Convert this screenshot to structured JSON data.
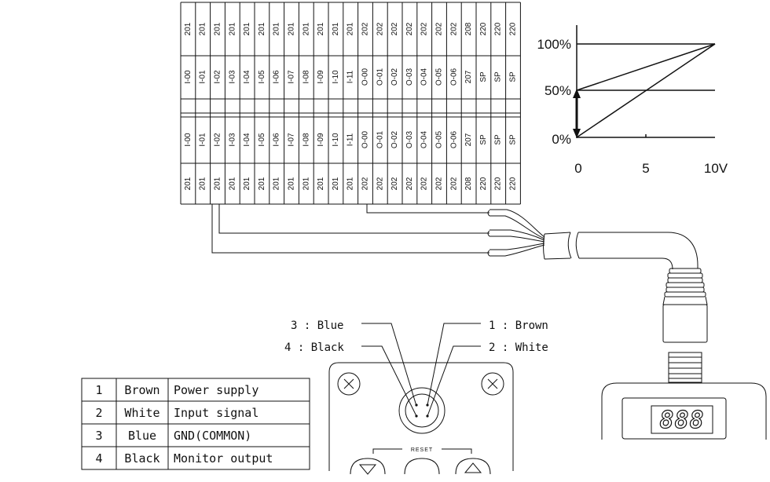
{
  "terminal_block": {
    "upper_numbers": [
      "201",
      "201",
      "201",
      "201",
      "201",
      "201",
      "201",
      "201",
      "201",
      "201",
      "201",
      "201",
      "202",
      "202",
      "202",
      "202",
      "202",
      "202",
      "202",
      "208",
      "220",
      "220",
      "220"
    ],
    "upper_labels": [
      "I-00",
      "I-01",
      "I-02",
      "I-03",
      "I-04",
      "I-05",
      "I-06",
      "I-07",
      "I-08",
      "I-09",
      "I-10",
      "I-11",
      "O-00",
      "O-01",
      "O-02",
      "O-03",
      "O-04",
      "O-05",
      "O-06",
      "207",
      "SP",
      "SP",
      "SP"
    ],
    "lower_labels": [
      "I-00",
      "I-01",
      "I-02",
      "I-03",
      "I-04",
      "I-05",
      "I-06",
      "I-07",
      "I-08",
      "I-09",
      "I-10",
      "I-11",
      "O-00",
      "O-01",
      "O-02",
      "O-03",
      "O-04",
      "O-05",
      "O-06",
      "207",
      "SP",
      "SP",
      "SP"
    ],
    "lower_numbers": [
      "201",
      "201",
      "201",
      "201",
      "201",
      "201",
      "201",
      "201",
      "201",
      "201",
      "201",
      "201",
      "202",
      "202",
      "202",
      "202",
      "202",
      "202",
      "202",
      "208",
      "220",
      "220",
      "220"
    ]
  },
  "graph": {
    "y_ticks": [
      "100%",
      "50%",
      "0%"
    ],
    "x_ticks": [
      "0",
      "5",
      "10V"
    ]
  },
  "connector_pins": {
    "pin3": "3 : Blue",
    "pin4": "4 : Black",
    "pin1": "1 : Brown",
    "pin2": "2 : White"
  },
  "device": {
    "reset_label": "RESET",
    "display_value": "888"
  },
  "wire_table": [
    {
      "num": "1",
      "color": "Brown",
      "function": "Power supply"
    },
    {
      "num": "2",
      "color": "White",
      "function": "Input signal"
    },
    {
      "num": "3",
      "color": "Blue",
      "function": "GND(COMMON)"
    },
    {
      "num": "4",
      "color": "Black",
      "function": "Monitor output"
    }
  ]
}
